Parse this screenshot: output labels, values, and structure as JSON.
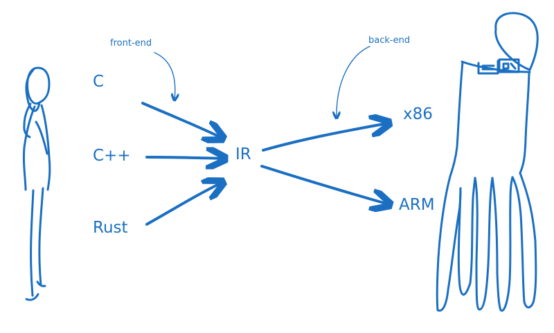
{
  "diagram": {
    "sources": [
      "C",
      "C++",
      "Rust"
    ],
    "ir": "IR",
    "targets": [
      "x86",
      "ARM"
    ],
    "annotations": {
      "front_end": "front-end",
      "back_end": "back-end"
    },
    "figures": {
      "left": "person-icon",
      "right": "octopus-machine-icon"
    },
    "colors": {
      "ink": "#1a6fc2",
      "background": "#ffffff"
    }
  }
}
